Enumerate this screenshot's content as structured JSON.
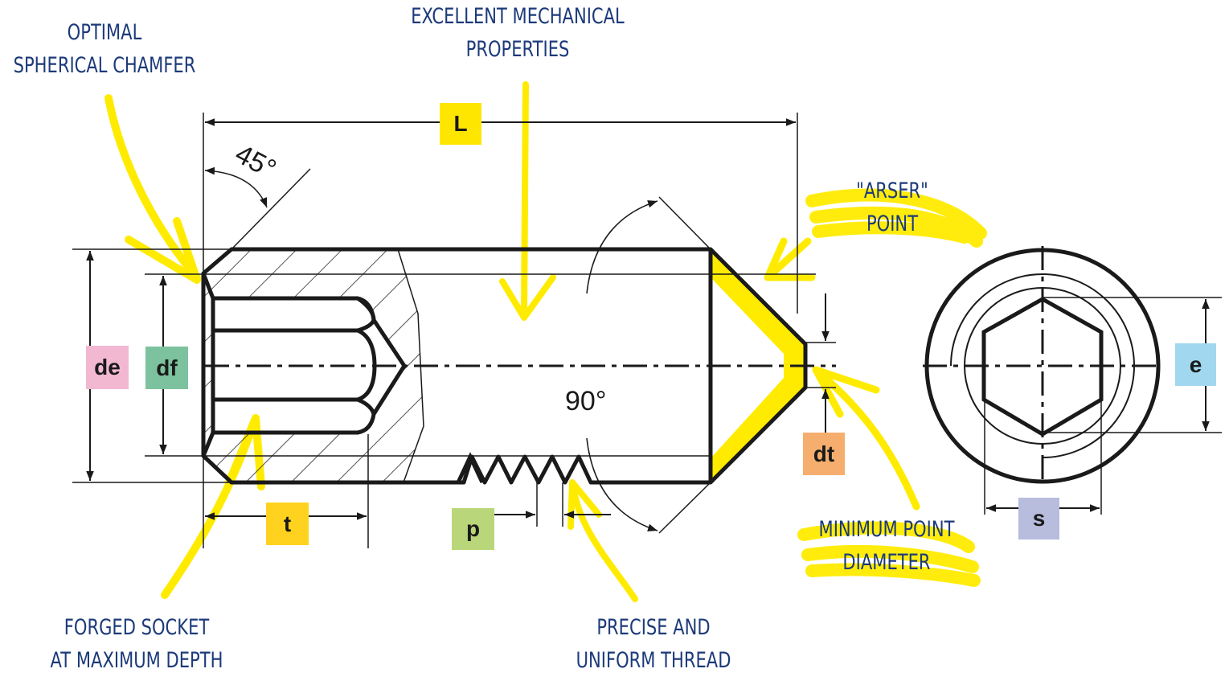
{
  "annotations": {
    "chamfer": [
      "OPTIMAL",
      "SPHERICAL CHAMFER"
    ],
    "mechanical": [
      "EXCELLENT MECHANICAL",
      "PROPERTIES"
    ],
    "arser": [
      "\"ARSER\"",
      "POINT"
    ],
    "socket": [
      "FORGED SOCKET",
      "AT MAXIMUM DEPTH"
    ],
    "thread": [
      "PRECISE AND",
      "UNIFORM THREAD"
    ],
    "min_point": [
      "MINIMUM POINT",
      "DIAMETER"
    ]
  },
  "dimensions": {
    "L": {
      "label": "L",
      "color": "#FFE600"
    },
    "de": {
      "label": "de",
      "color": "#F2B8D2"
    },
    "df": {
      "label": "df",
      "color": "#7DC29E"
    },
    "t": {
      "label": "t",
      "color": "#FFD21F"
    },
    "p": {
      "label": "p",
      "color": "#B9D77A"
    },
    "dt": {
      "label": "dt",
      "color": "#F5AE6E"
    },
    "e": {
      "label": "e",
      "color": "#A1D8F0"
    },
    "s": {
      "label": "s",
      "color": "#B8BCDD"
    }
  },
  "angles": {
    "chamfer": "45°",
    "point": "90°"
  },
  "colors": {
    "highlight": "#FFEB00",
    "annotation_text": "#1C3A7A",
    "line": "#1A1A1A"
  }
}
